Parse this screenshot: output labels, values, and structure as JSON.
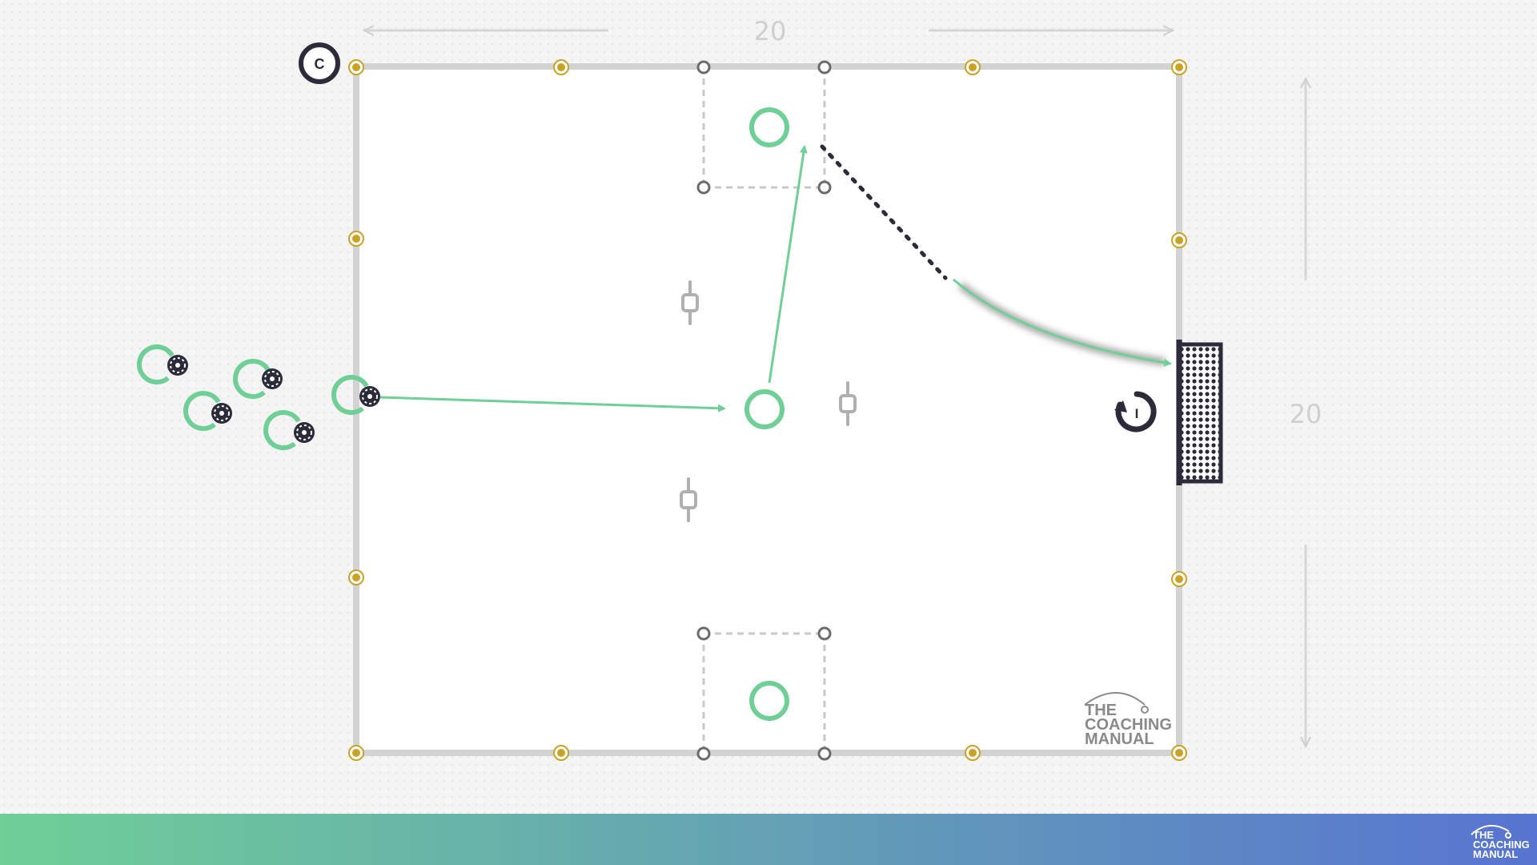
{
  "diagram": {
    "width_label": "20",
    "height_label": "20",
    "coach_label": "C",
    "goalkeeper_label": "I",
    "watermark": {
      "line1": "THE",
      "line2": "COACHING",
      "line3": "MANUAL"
    }
  },
  "footer": {
    "logo": {
      "line1": "THE",
      "line2": "COACHING",
      "line3": "MANUAL"
    }
  },
  "colors": {
    "pitch": "#ffffff",
    "background": "#f4f4f4",
    "boundary": "#d3d3d3",
    "cone": "#c9a227",
    "player": "#6fcf97",
    "dark": "#2b2b3a",
    "footer_start": "#6fcf97",
    "footer_end": "#5874d1"
  },
  "icons": [
    "coach-icon",
    "goalkeeper-icon",
    "goal-icon",
    "ball-icon",
    "mannequin-icon",
    "cone-icon",
    "marker-icon"
  ]
}
